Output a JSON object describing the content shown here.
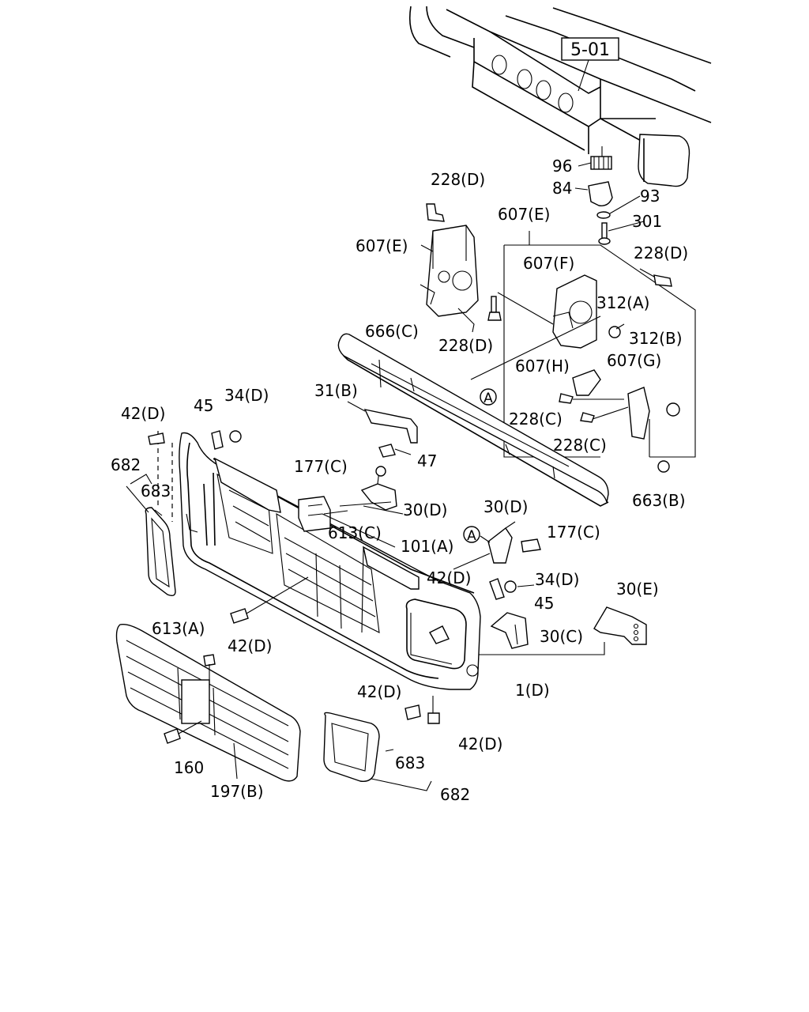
{
  "ref": "5-01",
  "marker": "A",
  "labels": {
    "l96": "96",
    "l84": "84",
    "l93": "93",
    "l301": "301",
    "l228d_top": "228(D)",
    "l607e_a": "607(E)",
    "l607e_b": "607(E)",
    "l228d_right": "228(D)",
    "l607f": "607(F)",
    "l312a": "312(A)",
    "l228d_mid": "228(D)",
    "l666c": "666(C)",
    "l312b": "312(B)",
    "l607h": "607(H)",
    "l607g": "607(G)",
    "l31b": "31(B)",
    "l228c_a": "228(C)",
    "l228c_b": "228(C)",
    "l42d_1": "42(D)",
    "l45_1": "45",
    "l34d_1": "34(D)",
    "l47": "47",
    "l682_1": "682",
    "l683_1": "683",
    "l177c_1": "177(C)",
    "l30d_1": "30(D)",
    "l663b": "663(B)",
    "l613c": "613(C)",
    "l101a": "101(A)",
    "l30d_2": "30(D)",
    "l177c_2": "177(C)",
    "l42d_2": "42(D)",
    "l34d_2": "34(D)",
    "l45_2": "45",
    "l30e": "30(E)",
    "l613a": "613(A)",
    "l42d_3": "42(D)",
    "l30c": "30(C)",
    "l1d": "1(D)",
    "l42d_4": "42(D)",
    "l42d_5": "42(D)",
    "l160": "160",
    "l683_2": "683",
    "l197b": "197(B)",
    "l682_2": "682"
  }
}
